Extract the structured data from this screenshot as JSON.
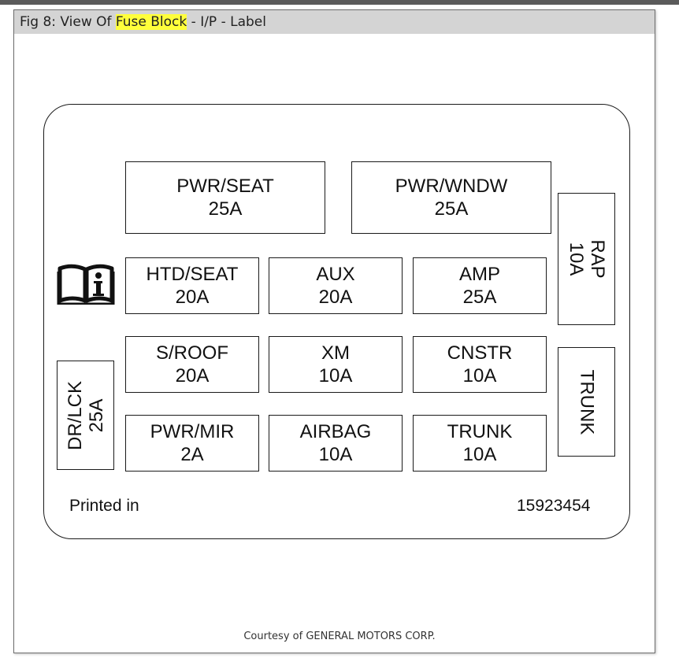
{
  "caption": {
    "prefix": "Fig 8: View Of ",
    "highlight": "Fuse Block",
    "suffix": " - I/P - Label"
  },
  "fuses": {
    "pwr_seat": {
      "name": "PWR/SEAT",
      "rating": "25A"
    },
    "pwr_wndw": {
      "name": "PWR/WNDW",
      "rating": "25A"
    },
    "rap": {
      "name": "RAP",
      "rating": "10A"
    },
    "htd_seat": {
      "name": "HTD/SEAT",
      "rating": "20A"
    },
    "aux": {
      "name": "AUX",
      "rating": "20A"
    },
    "amp": {
      "name": "AMP",
      "rating": "25A"
    },
    "s_roof": {
      "name": "S/ROOF",
      "rating": "20A"
    },
    "xm": {
      "name": "XM",
      "rating": "10A"
    },
    "cnstr": {
      "name": "CNSTR",
      "rating": "10A"
    },
    "trunk_relay": {
      "name": "TRUNK"
    },
    "dr_lck": {
      "name": "DR/LCK",
      "rating": "25A"
    },
    "pwr_mir": {
      "name": "PWR/MIR",
      "rating": "2A"
    },
    "airbag": {
      "name": "AIRBAG",
      "rating": "10A"
    },
    "trunk": {
      "name": "TRUNK",
      "rating": "10A"
    }
  },
  "label": {
    "printed_in": "Printed in",
    "part_number": "15923454"
  },
  "icons": {
    "manual": "book-info-icon"
  },
  "footer": {
    "courtesy": "Courtesy of GENERAL MOTORS CORP."
  }
}
